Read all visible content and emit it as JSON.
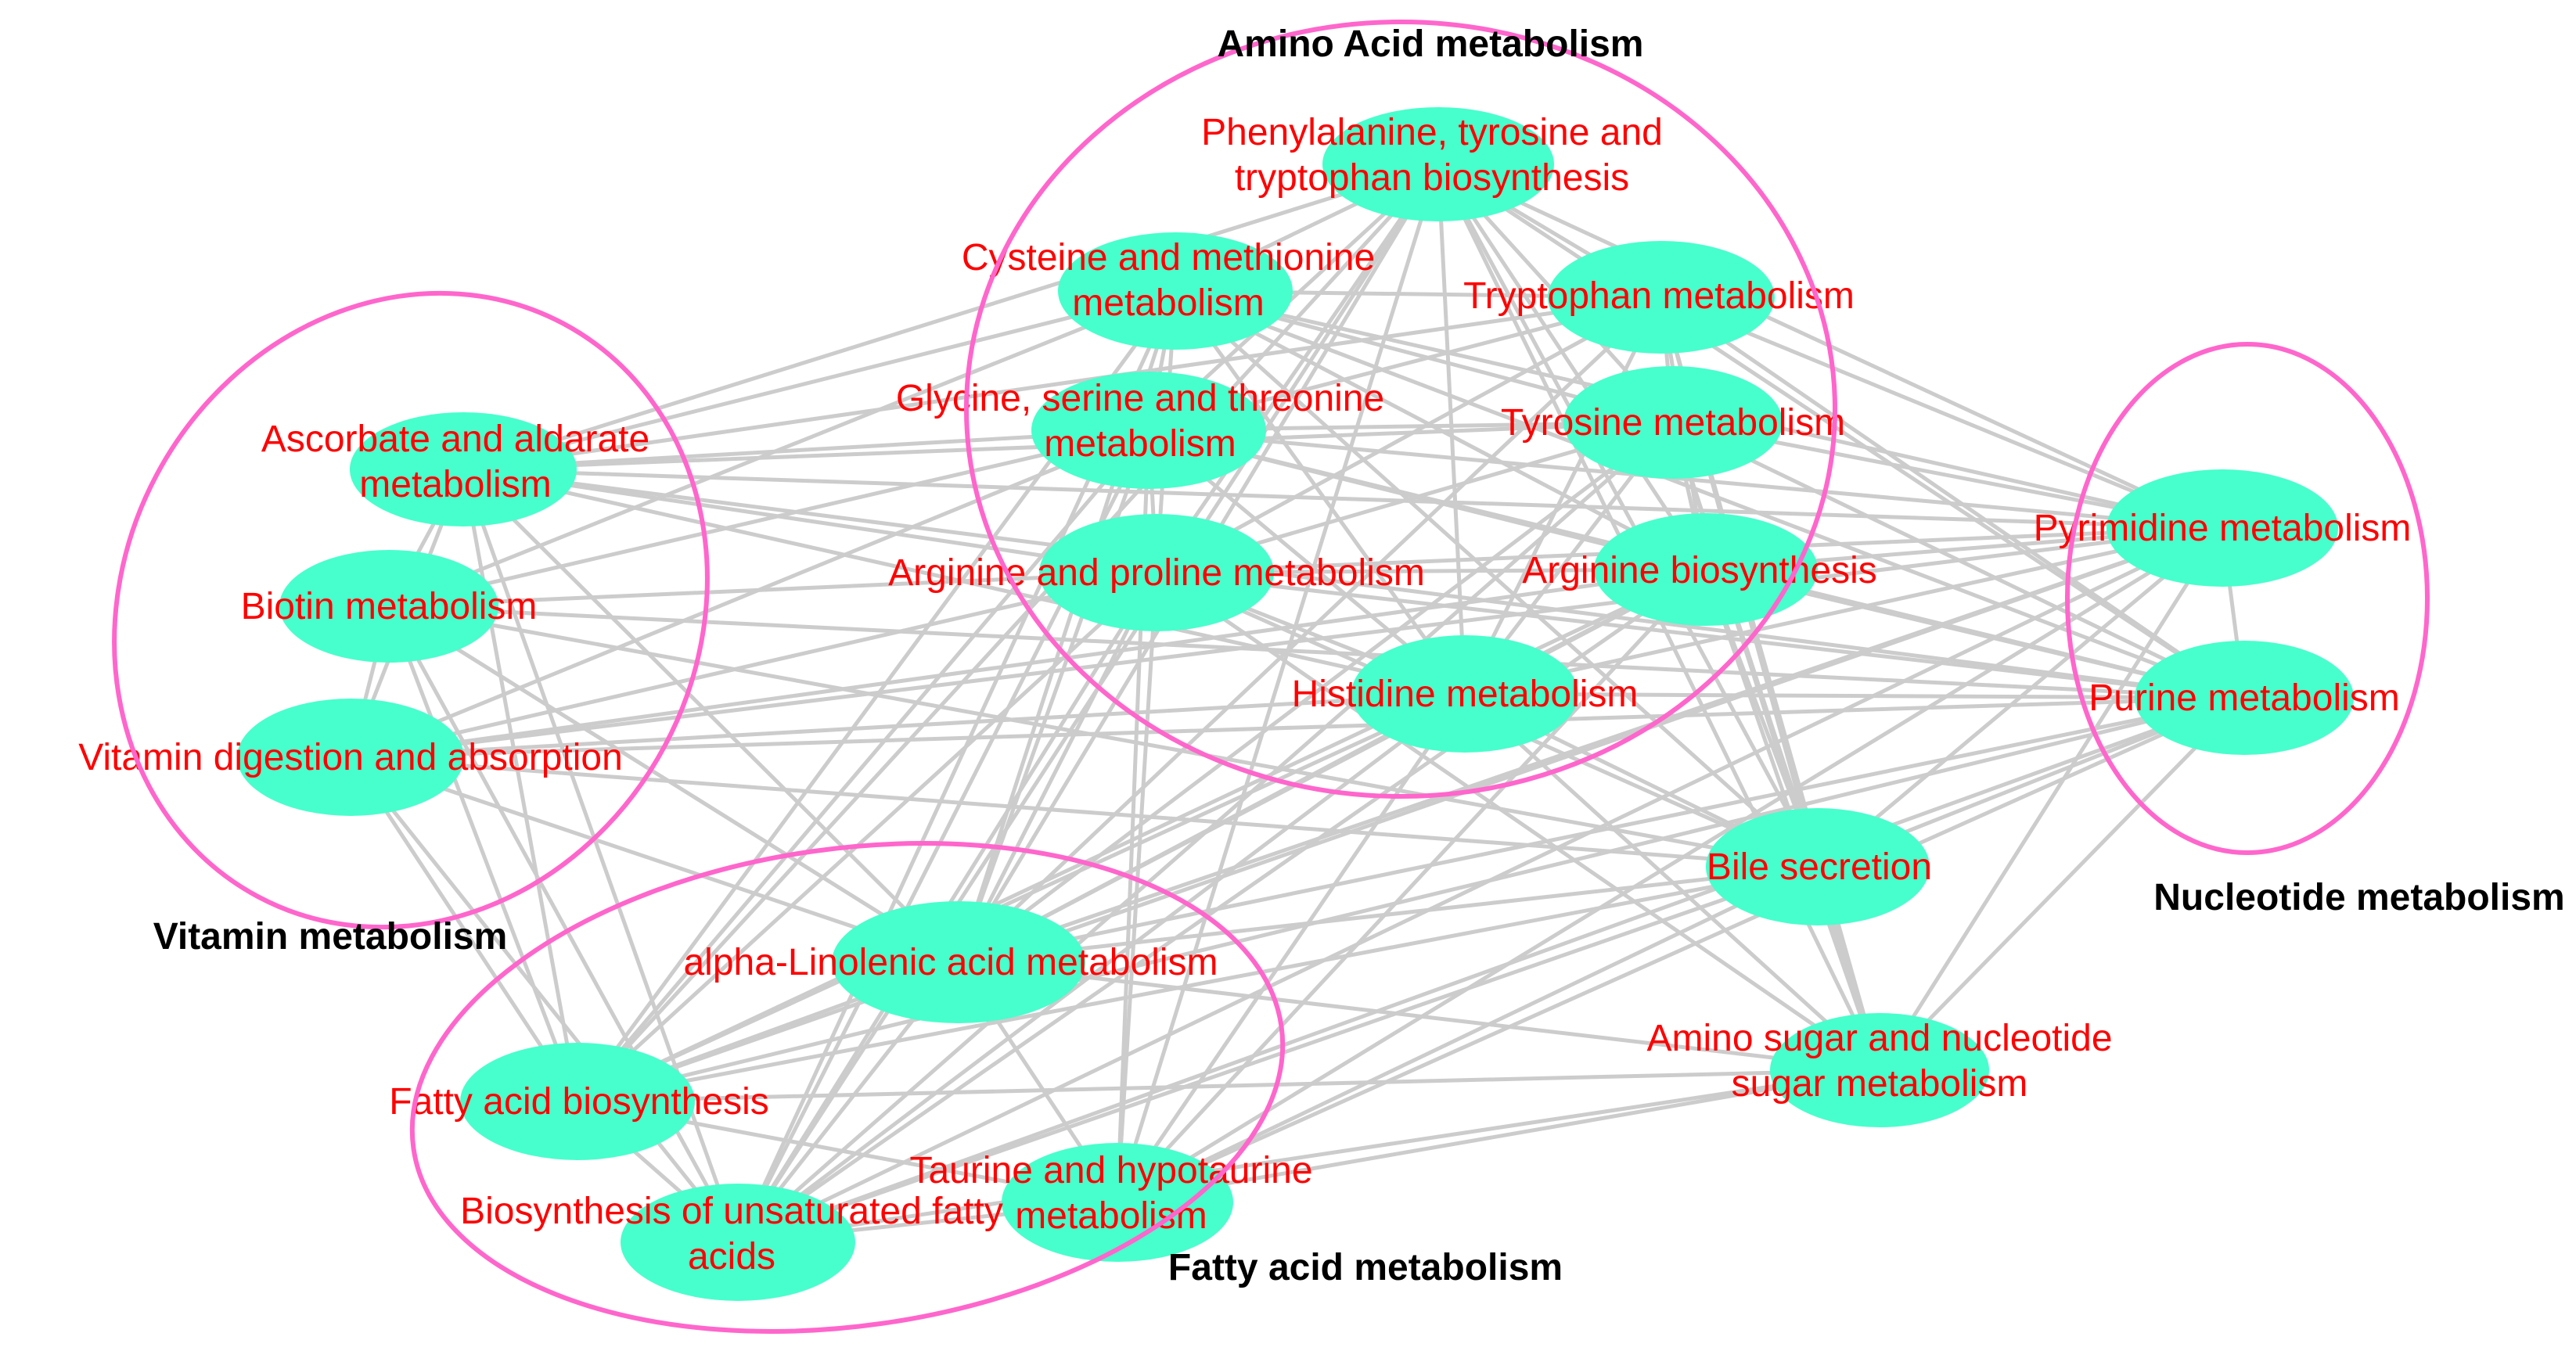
{
  "colors": {
    "node_fill": "#47ffcc",
    "node_label": "#ff0000",
    "edge": "#cccccc",
    "group_ring": "#ff66cc",
    "group_label": "#000000",
    "background": "#ffffff"
  },
  "groups": [
    {
      "id": "amino",
      "label": "Amino Acid metabolism"
    },
    {
      "id": "vitamin",
      "label": "Vitamin metabolism"
    },
    {
      "id": "nucleotide",
      "label": "Nucleotide metabolism"
    },
    {
      "id": "fatty",
      "label": "Fatty acid metabolism"
    }
  ],
  "nodes": [
    {
      "id": "phe",
      "group": "amino",
      "lines": [
        "Phenylalanine, tyrosine and",
        "tryptophan biosynthesis"
      ]
    },
    {
      "id": "cys",
      "group": "amino",
      "lines": [
        "Cysteine and methionine",
        "metabolism"
      ]
    },
    {
      "id": "trp",
      "group": "amino",
      "lines": [
        "Tryptophan metabolism"
      ]
    },
    {
      "id": "gly",
      "group": "amino",
      "lines": [
        "Glycine, serine and threonine",
        "metabolism"
      ]
    },
    {
      "id": "tyr",
      "group": "amino",
      "lines": [
        "Tyrosine metabolism"
      ]
    },
    {
      "id": "argpro",
      "group": "amino",
      "lines": [
        "Arginine and proline metabolism"
      ]
    },
    {
      "id": "argbio",
      "group": "amino",
      "lines": [
        "Arginine biosynthesis"
      ]
    },
    {
      "id": "his",
      "group": "amino",
      "lines": [
        "Histidine metabolism"
      ]
    },
    {
      "id": "asc",
      "group": "vitamin",
      "lines": [
        "Ascorbate and aldarate",
        "metabolism"
      ]
    },
    {
      "id": "bio",
      "group": "vitamin",
      "lines": [
        "Biotin metabolism"
      ]
    },
    {
      "id": "vit",
      "group": "vitamin",
      "lines": [
        "Vitamin digestion and absorption"
      ]
    },
    {
      "id": "pyr",
      "group": "nucleotide",
      "lines": [
        "Pyrimidine metabolism"
      ]
    },
    {
      "id": "pur",
      "group": "nucleotide",
      "lines": [
        "Purine metabolism"
      ]
    },
    {
      "id": "bile",
      "group": "",
      "lines": [
        "Bile secretion"
      ]
    },
    {
      "id": "amsug",
      "group": "",
      "lines": [
        "Amino sugar and nucleotide",
        "sugar metabolism"
      ]
    },
    {
      "id": "alin",
      "group": "fatty",
      "lines": [
        "alpha-Linolenic acid metabolism"
      ]
    },
    {
      "id": "fab",
      "group": "fatty",
      "lines": [
        "Fatty acid biosynthesis"
      ]
    },
    {
      "id": "tau",
      "group": "fatty",
      "lines": [
        "Taurine and hypotaurine",
        "metabolism"
      ]
    },
    {
      "id": "bus",
      "group": "fatty",
      "lines": [
        "Biosynthesis of unsaturated fatty",
        "acids"
      ]
    }
  ],
  "edges": [
    [
      "phe",
      "cys"
    ],
    [
      "phe",
      "trp"
    ],
    [
      "phe",
      "gly"
    ],
    [
      "phe",
      "tyr"
    ],
    [
      "phe",
      "argpro"
    ],
    [
      "phe",
      "argbio"
    ],
    [
      "phe",
      "his"
    ],
    [
      "phe",
      "pyr"
    ],
    [
      "phe",
      "pur"
    ],
    [
      "phe",
      "bile"
    ],
    [
      "phe",
      "asc"
    ],
    [
      "phe",
      "alin"
    ],
    [
      "phe",
      "fab"
    ],
    [
      "phe",
      "bus"
    ],
    [
      "phe",
      "tau"
    ],
    [
      "phe",
      "amsug"
    ],
    [
      "cys",
      "trp"
    ],
    [
      "cys",
      "gly"
    ],
    [
      "cys",
      "tyr"
    ],
    [
      "cys",
      "argpro"
    ],
    [
      "cys",
      "argbio"
    ],
    [
      "cys",
      "his"
    ],
    [
      "cys",
      "asc"
    ],
    [
      "cys",
      "bio"
    ],
    [
      "cys",
      "pyr"
    ],
    [
      "cys",
      "pur"
    ],
    [
      "cys",
      "bile"
    ],
    [
      "cys",
      "alin"
    ],
    [
      "cys",
      "fab"
    ],
    [
      "cys",
      "bus"
    ],
    [
      "trp",
      "gly"
    ],
    [
      "trp",
      "tyr"
    ],
    [
      "trp",
      "argpro"
    ],
    [
      "trp",
      "argbio"
    ],
    [
      "trp",
      "his"
    ],
    [
      "trp",
      "pyr"
    ],
    [
      "trp",
      "pur"
    ],
    [
      "trp",
      "bile"
    ],
    [
      "trp",
      "amsug"
    ],
    [
      "trp",
      "asc"
    ],
    [
      "trp",
      "alin"
    ],
    [
      "gly",
      "tyr"
    ],
    [
      "gly",
      "argpro"
    ],
    [
      "gly",
      "argbio"
    ],
    [
      "gly",
      "his"
    ],
    [
      "gly",
      "asc"
    ],
    [
      "gly",
      "bio"
    ],
    [
      "gly",
      "vit"
    ],
    [
      "gly",
      "pyr"
    ],
    [
      "gly",
      "pur"
    ],
    [
      "gly",
      "alin"
    ],
    [
      "gly",
      "fab"
    ],
    [
      "gly",
      "bus"
    ],
    [
      "gly",
      "tau"
    ],
    [
      "tyr",
      "argpro"
    ],
    [
      "tyr",
      "argbio"
    ],
    [
      "tyr",
      "his"
    ],
    [
      "tyr",
      "pyr"
    ],
    [
      "tyr",
      "pur"
    ],
    [
      "tyr",
      "bile"
    ],
    [
      "tyr",
      "alin"
    ],
    [
      "tyr",
      "bus"
    ],
    [
      "tyr",
      "asc"
    ],
    [
      "tyr",
      "amsug"
    ],
    [
      "argpro",
      "argbio"
    ],
    [
      "argpro",
      "his"
    ],
    [
      "argpro",
      "asc"
    ],
    [
      "argpro",
      "bio"
    ],
    [
      "argpro",
      "vit"
    ],
    [
      "argpro",
      "pyr"
    ],
    [
      "argpro",
      "pur"
    ],
    [
      "argpro",
      "bile"
    ],
    [
      "argpro",
      "alin"
    ],
    [
      "argpro",
      "fab"
    ],
    [
      "argpro",
      "bus"
    ],
    [
      "argpro",
      "tau"
    ],
    [
      "argpro",
      "amsug"
    ],
    [
      "argbio",
      "his"
    ],
    [
      "argbio",
      "pyr"
    ],
    [
      "argbio",
      "pur"
    ],
    [
      "argbio",
      "bile"
    ],
    [
      "argbio",
      "alin"
    ],
    [
      "argbio",
      "fab"
    ],
    [
      "argbio",
      "bus"
    ],
    [
      "argbio",
      "tau"
    ],
    [
      "argbio",
      "vit"
    ],
    [
      "argbio",
      "amsug"
    ],
    [
      "his",
      "pyr"
    ],
    [
      "his",
      "pur"
    ],
    [
      "his",
      "bile"
    ],
    [
      "his",
      "alin"
    ],
    [
      "his",
      "bus"
    ],
    [
      "his",
      "fab"
    ],
    [
      "his",
      "tau"
    ],
    [
      "his",
      "asc"
    ],
    [
      "his",
      "vit"
    ],
    [
      "his",
      "amsug"
    ],
    [
      "asc",
      "bio"
    ],
    [
      "asc",
      "vit"
    ],
    [
      "asc",
      "pyr"
    ],
    [
      "asc",
      "pur"
    ],
    [
      "asc",
      "fab"
    ],
    [
      "asc",
      "alin"
    ],
    [
      "asc",
      "bus"
    ],
    [
      "bio",
      "vit"
    ],
    [
      "bio",
      "pur"
    ],
    [
      "bio",
      "fab"
    ],
    [
      "bio",
      "bus"
    ],
    [
      "bio",
      "alin"
    ],
    [
      "bio",
      "bile"
    ],
    [
      "vit",
      "pur"
    ],
    [
      "vit",
      "fab"
    ],
    [
      "vit",
      "bus"
    ],
    [
      "vit",
      "alin"
    ],
    [
      "vit",
      "pyr"
    ],
    [
      "vit",
      "bile"
    ],
    [
      "pyr",
      "pur"
    ],
    [
      "pyr",
      "bile"
    ],
    [
      "pyr",
      "amsug"
    ],
    [
      "pyr",
      "alin"
    ],
    [
      "pyr",
      "fab"
    ],
    [
      "pyr",
      "bus"
    ],
    [
      "pyr",
      "tau"
    ],
    [
      "pur",
      "bile"
    ],
    [
      "pur",
      "amsug"
    ],
    [
      "pur",
      "alin"
    ],
    [
      "pur",
      "fab"
    ],
    [
      "pur",
      "bus"
    ],
    [
      "pur",
      "tau"
    ],
    [
      "bile",
      "amsug"
    ],
    [
      "bile",
      "alin"
    ],
    [
      "bile",
      "fab"
    ],
    [
      "bile",
      "bus"
    ],
    [
      "bile",
      "tau"
    ],
    [
      "amsug",
      "alin"
    ],
    [
      "amsug",
      "fab"
    ],
    [
      "amsug",
      "bus"
    ],
    [
      "amsug",
      "tau"
    ],
    [
      "alin",
      "fab"
    ],
    [
      "alin",
      "bus"
    ],
    [
      "alin",
      "tau"
    ],
    [
      "fab",
      "bus"
    ],
    [
      "fab",
      "tau"
    ],
    [
      "tau",
      "bus"
    ]
  ]
}
